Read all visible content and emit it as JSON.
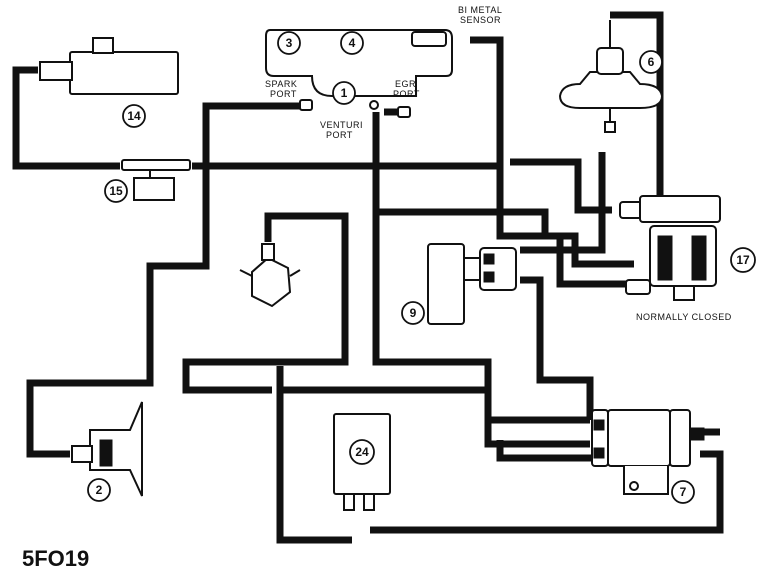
{
  "labels": {
    "bimetal_sensor_line1": "BI METAL",
    "bimetal_sensor_line2": "SENSOR",
    "spark_port_line1": "SPARK",
    "spark_port_line2": "PORT",
    "egr_port_line1": "EGR",
    "egr_port_line2": "PORT",
    "venturi_port_line1": "VENTURI",
    "venturi_port_line2": "PORT",
    "normally_closed": "NORMALLY CLOSED"
  },
  "callouts": {
    "c1": "1",
    "c2": "2",
    "c3": "3",
    "c4": "4",
    "c6": "6",
    "c7": "7",
    "c9": "9",
    "c14": "14",
    "c15": "15",
    "c17": "17",
    "c24": "24"
  },
  "figure_code": "5FO19"
}
